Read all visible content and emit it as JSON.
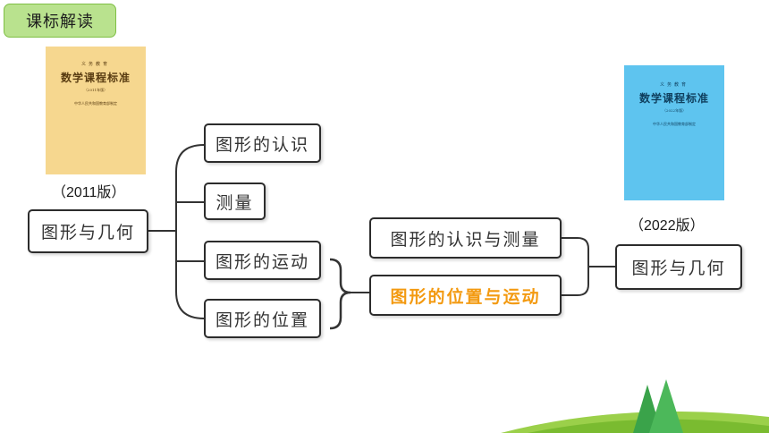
{
  "header": {
    "tag_label": "课标解读"
  },
  "books": {
    "old": {
      "series": "义务教育",
      "title": "数学课程标准",
      "edition": "（2011年版）",
      "issuer": "中华人民共和国教育部制定",
      "color": "#f6d78f",
      "version_label": "（2011版）"
    },
    "new": {
      "series": "义务教育",
      "title": "数学课程标准",
      "edition": "（2022年版）",
      "issuer": "中华人民共和国教育部制定",
      "color": "#5ec4ef",
      "version_label": "（2022版）"
    }
  },
  "diagram": {
    "left_root": "图形与几何",
    "left_nodes": [
      "图形的认识",
      "测量",
      "图形的运动",
      "图形的位置"
    ],
    "right_nodes": [
      "图形的认识与测量",
      "图形的位置与运动"
    ],
    "right_root": "图形与几何",
    "highlight_color": "#f39a11"
  }
}
